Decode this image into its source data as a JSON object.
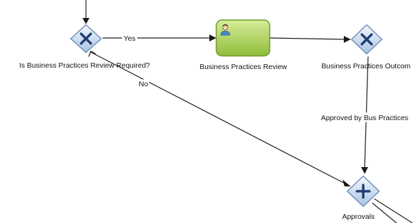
{
  "diagram": {
    "nodes": {
      "review_required_gateway": {
        "kind": "exclusive-gateway",
        "label": "Is Business Practices Review Required?"
      },
      "review_task": {
        "kind": "user-task",
        "label": "Business Practices Review"
      },
      "outcome_gateway": {
        "kind": "exclusive-gateway",
        "label": "Business Practices Outcom"
      },
      "approvals_gateway": {
        "kind": "parallel-gateway",
        "label": "Approvals"
      }
    },
    "edges": {
      "incoming": {
        "from": "",
        "to": "review_required_gateway",
        "label": ""
      },
      "yes": {
        "from": "review_required_gateway",
        "to": "review_task",
        "label": "Yes"
      },
      "task_to_outcome": {
        "from": "review_task",
        "to": "outcome_gateway",
        "label": ""
      },
      "approved": {
        "from": "outcome_gateway",
        "to": "approvals_gateway",
        "label": "Approved by Bus Practices"
      },
      "no": {
        "from": "review_required_gateway",
        "to": "approvals_gateway",
        "label": "No"
      }
    },
    "colors": {
      "gateway_fill_light": "#eef4fb",
      "gateway_fill_dark": "#a9c3e3",
      "gateway_stroke": "#6f8fb8",
      "gateway_marker": "#1f3f73",
      "task_fill_light": "#c9e57e",
      "task_fill_dark": "#8fbd3a",
      "task_stroke": "#6d9a2a",
      "edge": "#1a1a1a",
      "user_icon": "#4a86c6"
    }
  }
}
